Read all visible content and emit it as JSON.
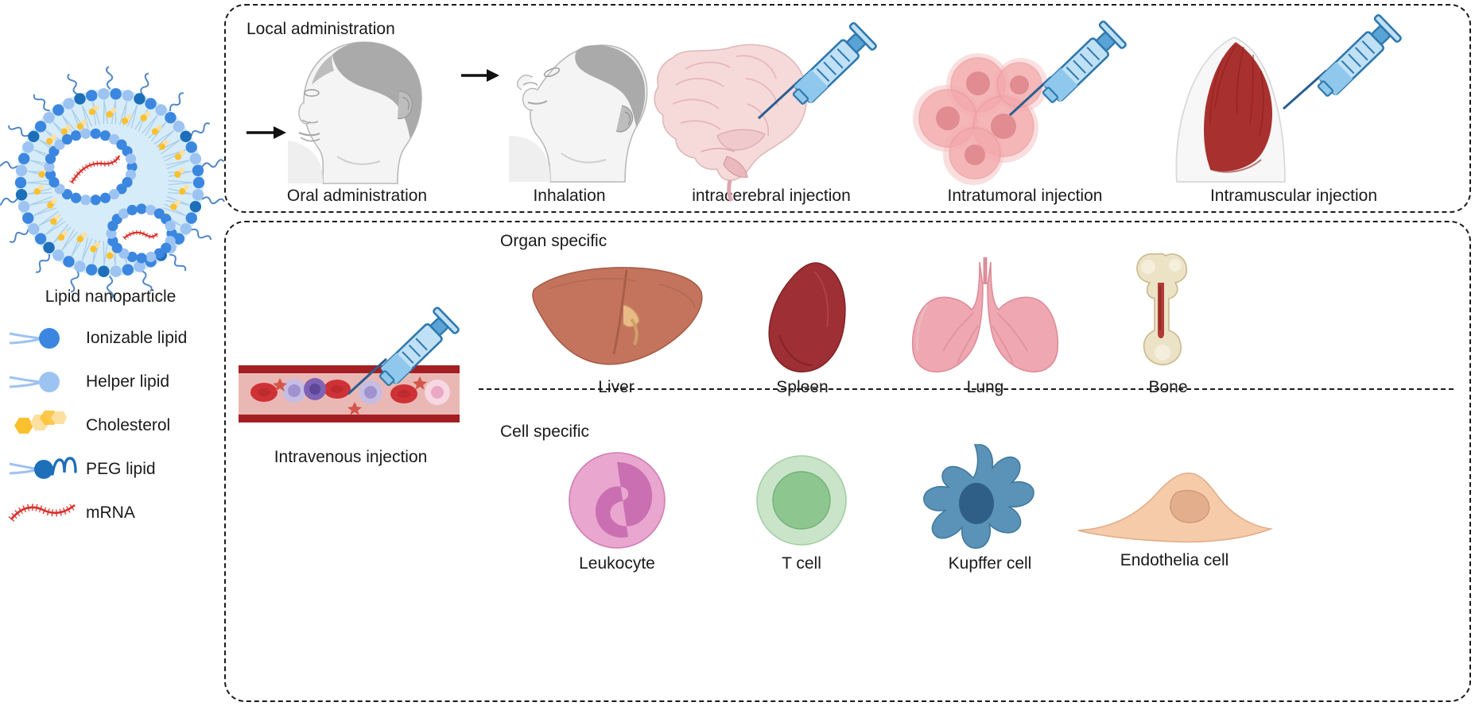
{
  "figure": {
    "lnp": {
      "title": "Lipid nanoparticle",
      "legend": [
        {
          "icon": "ionizable-lipid-icon",
          "label": "Ionizable lipid",
          "color": "#3b87e0"
        },
        {
          "icon": "helper-lipid-icon",
          "label": "Helper lipid",
          "color": "#9dc3f2"
        },
        {
          "icon": "cholesterol-icon",
          "label": "Cholesterol",
          "color": "#fbc02d"
        },
        {
          "icon": "peg-lipid-icon",
          "label": "PEG lipid",
          "color": "#1c6fb8"
        },
        {
          "icon": "mrna-icon",
          "label": "mRNA",
          "color": "#d9312a"
        }
      ]
    },
    "local_panel": {
      "title": "Local administration",
      "routes": [
        {
          "label": "Oral administration",
          "art": "head-oral"
        },
        {
          "label": "Inhalation",
          "art": "head-inhalation"
        },
        {
          "label": "intracerebral injection",
          "art": "brain-syringe"
        },
        {
          "label": "Intratumoral injection",
          "art": "tumor-syringe"
        },
        {
          "label": "Intramuscular injection",
          "art": "muscle-syringe"
        }
      ]
    },
    "systemic_panel": {
      "route": {
        "label": "Intravenous  injection",
        "art": "vessel-syringe"
      },
      "organ_specific": {
        "title": "Organ specific",
        "items": [
          {
            "label": "Liver",
            "art": "liver",
            "color": "#c57a63"
          },
          {
            "label": "Spleen",
            "art": "spleen",
            "color": "#9e2f34"
          },
          {
            "label": "Lung",
            "art": "lung",
            "color": "#efa8b2"
          },
          {
            "label": "Bone",
            "art": "bone",
            "color": "#e6cf9c"
          }
        ]
      },
      "cell_specific": {
        "title": "Cell specific",
        "items": [
          {
            "label": "Leukocyte",
            "art": "leukocyte",
            "color": "#e49ac8"
          },
          {
            "label": "T cell",
            "art": "t-cell",
            "color": "#a9d3ab"
          },
          {
            "label": "Kupffer cell",
            "art": "kupffer-cell",
            "color": "#5b93b8"
          },
          {
            "label": "Endothelia cell",
            "art": "endothelia-cell",
            "color": "#f6cbaa"
          }
        ]
      }
    }
  }
}
